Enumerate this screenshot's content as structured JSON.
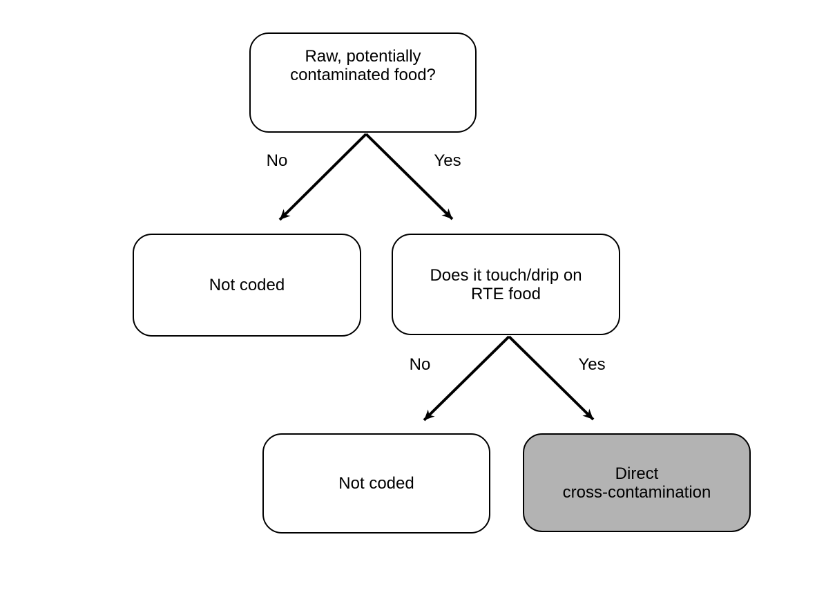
{
  "diagram": {
    "colors": {
      "background": "#ffffff",
      "node_fill": "#ffffff",
      "highlight_fill": "#b3b3b3",
      "stroke": "#000000"
    },
    "nodes": [
      {
        "id": "root-question",
        "label": "Raw, potentially\ncontaminated food?",
        "highlighted": false
      },
      {
        "id": "not-coded-1",
        "label": "Not coded",
        "highlighted": false
      },
      {
        "id": "rte-question",
        "label": "Does it touch/drip on\nRTE food",
        "highlighted": false
      },
      {
        "id": "not-coded-2",
        "label": "Not coded",
        "highlighted": false
      },
      {
        "id": "direct-cross-contamination",
        "label": "Direct\ncross-contamination",
        "highlighted": true
      }
    ],
    "edges": [
      {
        "from": "root-question",
        "to": "not-coded-1",
        "label": "No"
      },
      {
        "from": "root-question",
        "to": "rte-question",
        "label": "Yes"
      },
      {
        "from": "rte-question",
        "to": "not-coded-2",
        "label": "No"
      },
      {
        "from": "rte-question",
        "to": "direct-cross-contamination",
        "label": "Yes"
      }
    ]
  }
}
